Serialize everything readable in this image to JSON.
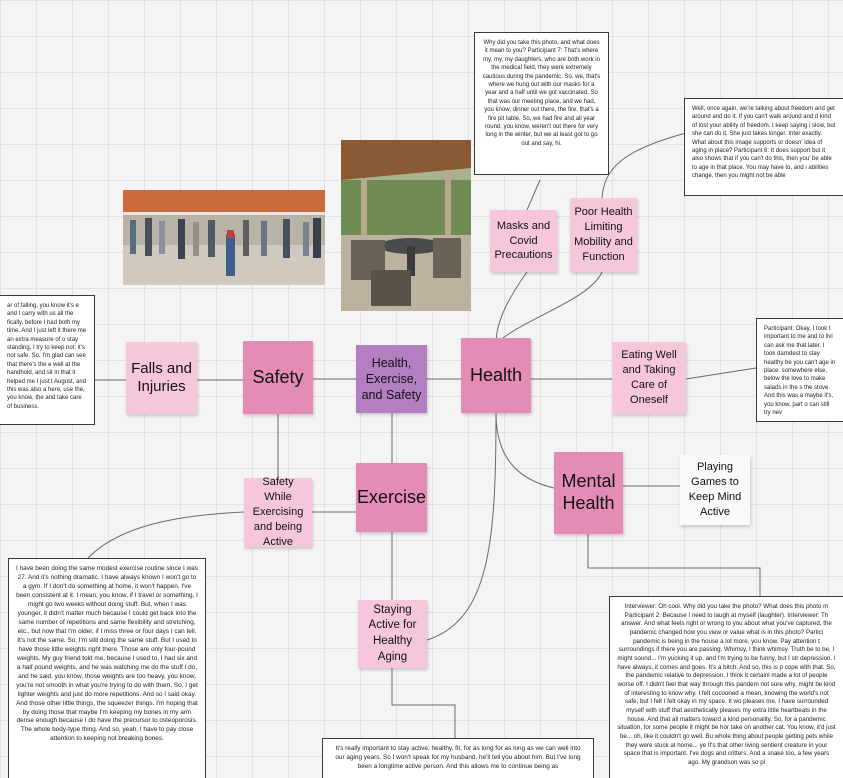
{
  "colors": {
    "center": "#b47ec2",
    "category": "#e48cb6",
    "subtopic": "#f6c6dc",
    "extra": "#fafafa",
    "border": "#3a3a3a",
    "link": "#6b6b6b"
  },
  "notes": {
    "center": "Health, Exercise, and Safety",
    "safety": "Safety",
    "health": "Health",
    "exercise": "Exercise",
    "mental_health": "Mental Health",
    "falls": "Falls and Injuries",
    "safety_exercising": "Safety While Exercising and being Active",
    "staying_active": "Staying Active for Healthy Aging",
    "masks": "Masks and Covid Precautions",
    "poor_health": "Poor Health Limiting Mobility and Function",
    "eating_well": "Eating Well and Taking Care of Oneself",
    "playing_games": "Playing Games to Keep Mind Active"
  },
  "quotes": {
    "masks": "Why did you take this photo, and what does it mean to you? Participant 7: That's where my, my, my daughters, who are both work in the medical field, they were extremely cautious during the pandemic. So, we, that's where we hung out with our masks for a year and a half until we got vaccinated. So that was our meeting place, and we had, you know, dinner out there, the fire, that's a fire pit table. So, we had fire and all year round, you know, weren't out there for very long in the winter, but we at least got to go out and say, hi.",
    "poor_health": "Well, once again, we're talking about freedom and get around and do it. If you can't walk around and d kind of lost your ability of freedom. I keep saying i slow, but she can do it. She just takes longer. Inter exactly. What about this image supports or doesn' idea of aging in place? Participant 6: It does support but it also shows that if you can't do this, then you' be able to age in that place. You may have to, and i abilities change, then you might not be able",
    "falls": "ar of falling, you know it's e and I carry with us all the fically, before I had both my time. And I just left it there me an extra measure of o stay standing, I try to keep not; it's not safe. So, I'm glad can see that there's the e well at the handhold, and sit in that it helped me I just t August, and this was also a here, use the, you know, the and take care of business.",
    "eating_well": "Participant: Okay, I took t important to me and to livi can ask me that later. I took darndest to stay healthy be you can't age in place. somewhere else, below the love to make salads in the s the stove. And this was a maybe it's, you know, part o can still try nev",
    "exercise": "I have been doing the same modest exercise routine since I was 27. And it's nothing dramatic. I have always known I won't go to a gym. If I don't do something at home, it won't happen. I've been consistent at it. I mean, you know, if I travel or something, I might go two weeks without doing stuff. But, when I was younger, it didn't matter much because I could get back into the same number of repetitions and same flexibility and stretching, etc., but now that I'm older, if I miss three or four days I can tell. It's not the same. So, I'm still doing the same stuff. But I used to have those little weights right there. Those are only four-pound weights. My guy friend told me, because I used to, I had six and a half pound weights, and he was watching me do the stuff I do, and he said, you know, those weights are too heavy, you know, you're not smooth in what you're trying to do with them. So, I get lighter weights and just do more repetitions. And so I said okay. And those other little things, the squeezer things. I'm hoping that by doing those that maybe I'm keeping my bones in my arm dense enough because I do have the precursor to osteoporosis. The whole body-type thing. And so, yeah, I have to pay close attention to keeping not breaking bones.",
    "staying_active": "It's really important to stay active, healthy, fit, for as long for as long as we can well into our aging years. So I won't speak for my husband, he'll tell you about him. But I've long been a longtime active person. And this allows me to continue being as",
    "mental_health": "Interviewer: Oh cool. Why did you take the photo? What does this photo m Participant 2: Because I need to laugh at myself (laughter). Interviewer: Th answer. And what feels right or wrong to you about what you've captured, the pandemic changed how you view or value what is in this photo? Partici pandemic is being in the house a lot more, you know. Pay attention t surroundings if there you are passing. Whimsy, I think whimsy. Truth be to be, I might sound... I'm yucking it up, and I'm trying to be funny, but I str depression. I have always, it comes and goes. It's a bitch. And so, this is p cope with that. So, the pandemic relative to depression. I think it certainl made a lot of people worse off. I didn't feel that way through this pandem not sure why, might be kind of interesting to know why. I felt cocooned a mean, knowing the world's not safe, but I felt I felt okay in my space. It wo pleases me. I have surrounded myself with stuff that aesthetically pleases my extra little heartbeats in the house. And that all matters toward a kind personality. So, for a pandemic situation, for some people it might be hor take on another cat. You know, it'd just be... oh, like it couldn't go well. Bu whole thing about people getting pets while they were stuck at home... ye It's that other living sentient creature in your space that is important. I've dogs and critters. And a snake too, a few years ago. My grandson was so pl"
  }
}
